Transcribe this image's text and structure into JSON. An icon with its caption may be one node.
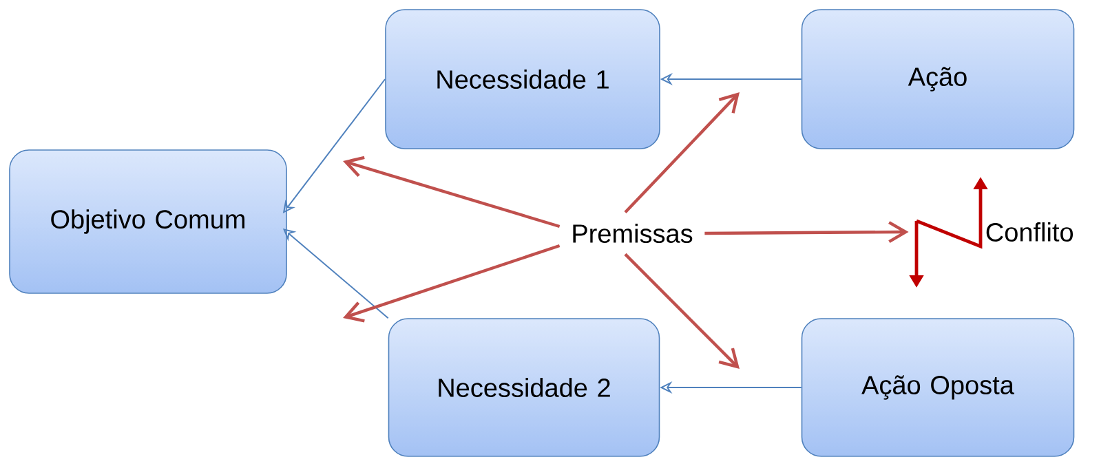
{
  "diagram": {
    "nodes": [
      {
        "text": [
          "Necessidade 1"
        ]
      },
      {
        "text": [
          "Ação"
        ]
      },
      {
        "text": [
          "Objetivo Comum"
        ]
      },
      {
        "text": [
          "Premissas"
        ]
      },
      {
        "text": [],
        "shape": "zigzag",
        "beside": [
          "Conflito"
        ]
      },
      {
        "text": [
          "Necessidade 2"
        ]
      },
      {
        "text": [
          "Ação Oposta"
        ]
      }
    ],
    "edges": [
      {
        "from": 0,
        "to": 2,
        "arrow": "to",
        "color": "#4f81bd"
      },
      {
        "from": 1,
        "to": 0,
        "arrow": "to",
        "color": "#4f81bd"
      },
      {
        "from": 5,
        "to": 2,
        "arrow": "to",
        "color": "#4f81bd"
      },
      {
        "from": 6,
        "to": 5,
        "arrow": "to",
        "color": "#4f81bd"
      },
      {
        "from": 3,
        "to": null,
        "arrow": "to",
        "color": "#c0504d"
      },
      {
        "from": 3,
        "to": null,
        "arrow": "to",
        "color": "#c0504d"
      },
      {
        "from": 3,
        "to": null,
        "arrow": "to",
        "color": "#c0504d"
      },
      {
        "from": 3,
        "to": null,
        "arrow": "to",
        "color": "#c0504d"
      },
      {
        "from": 3,
        "to": 4,
        "arrow": "to",
        "color": "#c0504d"
      }
    ]
  }
}
